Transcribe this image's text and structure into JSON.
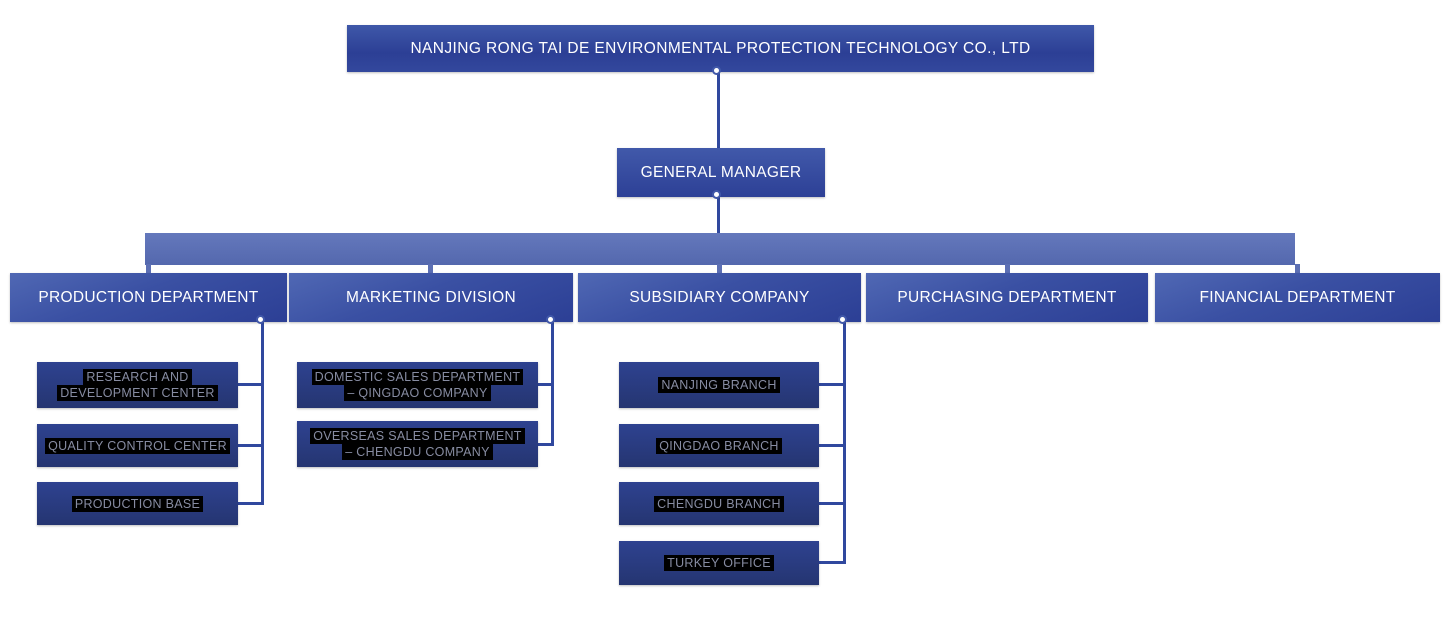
{
  "org": {
    "root": {
      "label": "NANJING RONG TAI DE ENVIRONMENTAL PROTECTION TECHNOLOGY CO., LTD"
    },
    "general_manager": {
      "label": "GENERAL MANAGER"
    },
    "departments": [
      {
        "label": "PRODUCTION DEPARTMENT",
        "children": [
          {
            "lines": [
              "RESEARCH AND",
              "DEVELOPMENT CENTER"
            ]
          },
          {
            "lines": [
              "QUALITY CONTROL CENTER"
            ]
          },
          {
            "lines": [
              "PRODUCTION BASE"
            ]
          }
        ]
      },
      {
        "label": "MARKETING DIVISION",
        "children": [
          {
            "lines": [
              "DOMESTIC SALES DEPARTMENT",
              "– QINGDAO COMPANY"
            ]
          },
          {
            "lines": [
              "OVERSEAS SALES DEPARTMENT",
              "– CHENGDU COMPANY"
            ]
          }
        ]
      },
      {
        "label": "SUBSIDIARY COMPANY",
        "children": [
          {
            "lines": [
              "NANJING BRANCH"
            ]
          },
          {
            "lines": [
              "QINGDAO BRANCH"
            ]
          },
          {
            "lines": [
              "CHENGDU BRANCH"
            ]
          },
          {
            "lines": [
              "TURKEY OFFICE"
            ]
          }
        ]
      },
      {
        "label": "PURCHASING DEPARTMENT",
        "children": []
      },
      {
        "label": "FINANCIAL DEPARTMENT",
        "children": []
      }
    ],
    "colors": {
      "box_blue": "#2e4196",
      "box_blue_light": "#5068b4",
      "band_blue": "#5c6fb4",
      "child_navy": "#2a3d85",
      "connector_blue": "#30489e",
      "label_text": "#ffffff",
      "child_text": "#878ca2",
      "child_text_highlight": "#000000"
    }
  }
}
